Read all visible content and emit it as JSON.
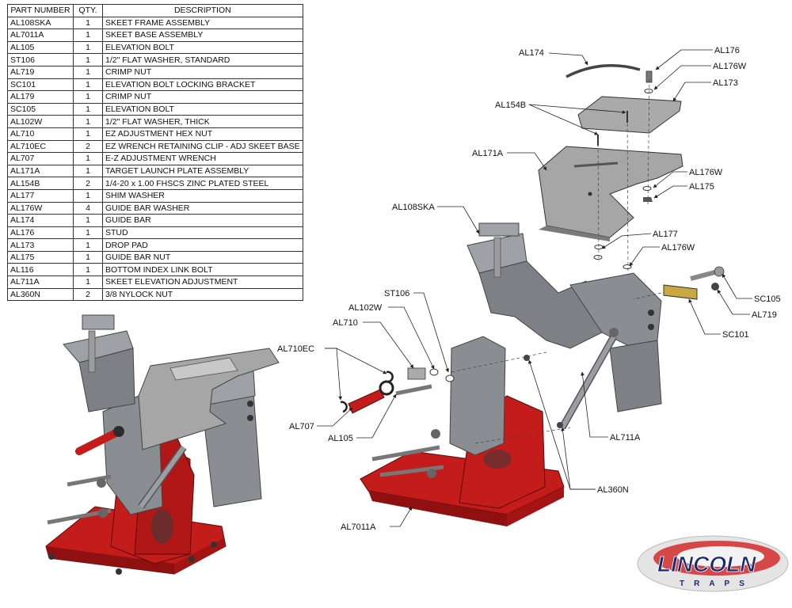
{
  "table": {
    "headers": [
      "PART NUMBER",
      "QTY.",
      "DESCRIPTION"
    ],
    "rows": [
      [
        "AL108SKA",
        "1",
        "SKEET FRAME ASSEMBLY"
      ],
      [
        "AL7011A",
        "1",
        "SKEET BASE ASSEMBLY"
      ],
      [
        "AL105",
        "1",
        "ELEVATION BOLT"
      ],
      [
        "ST106",
        "1",
        "1/2\" FLAT WASHER, STANDARD"
      ],
      [
        "AL719",
        "1",
        "CRIMP NUT"
      ],
      [
        "SC101",
        "1",
        " ELEVATION BOLT LOCKING BRACKET"
      ],
      [
        "AL179",
        "1",
        "CRIMP NUT"
      ],
      [
        "SC105",
        "1",
        "ELEVATION BOLT"
      ],
      [
        "AL102W",
        "1",
        "1/2\" FLAT WASHER, THICK"
      ],
      [
        "AL710",
        "1",
        "EZ ADJUSTMENT HEX NUT"
      ],
      [
        "AL710EC",
        "2",
        "EZ WRENCH RETAINING CLIP - ADJ SKEET BASE"
      ],
      [
        "AL707",
        "1",
        "E-Z ADJUSTMENT WRENCH"
      ],
      [
        "AL171A",
        "1",
        "TARGET LAUNCH PLATE ASSEMBLY"
      ],
      [
        "AL154B",
        "2",
        "1/4-20 x 1.00 FHSCS ZINC PLATED STEEL"
      ],
      [
        "AL177",
        "1",
        "SHIM WASHER"
      ],
      [
        "AL176W",
        "4",
        "GUIDE BAR WASHER"
      ],
      [
        "AL174",
        "1",
        "GUIDE BAR"
      ],
      [
        "AL176",
        "1",
        "STUD"
      ],
      [
        "AL173",
        "1",
        "DROP PAD"
      ],
      [
        "AL175",
        "1",
        "GUIDE BAR NUT"
      ],
      [
        "AL116",
        "1",
        "BOTTOM INDEX LINK BOLT"
      ],
      [
        "AL711A",
        "1",
        "SKEET ELEVATION ADJUSTMENT"
      ],
      [
        "AL360N",
        "2",
        "3/8 NYLOCK NUT"
      ]
    ]
  },
  "callouts": {
    "al174": "AL174",
    "al176": "AL176",
    "al176w_a": "AL176W",
    "al173": "AL173",
    "al154b": "AL154B",
    "al171a": "AL171A",
    "al176w_b": "AL176W",
    "al175": "AL175",
    "al108ska": "AL108SKA",
    "al177": "AL177",
    "al176w_c": "AL176W",
    "st106": "ST106",
    "al102w": "AL102W",
    "al710": "AL710",
    "al710ec": "AL710EC",
    "al707": "AL707",
    "al105": "AL105",
    "sc105": "SC105",
    "al719": "AL719",
    "sc101": "SC101",
    "al711a": "AL711A",
    "al360n": "AL360N",
    "al7011a": "AL7011A"
  },
  "logo": {
    "brand": "LINCOLN",
    "sub": "TRAPS"
  },
  "colors": {
    "base_red": "#c41b1b",
    "frame_gray": "#8a8d92",
    "plate_gray": "#a6a6a6",
    "dark": "#3a3a3a"
  }
}
